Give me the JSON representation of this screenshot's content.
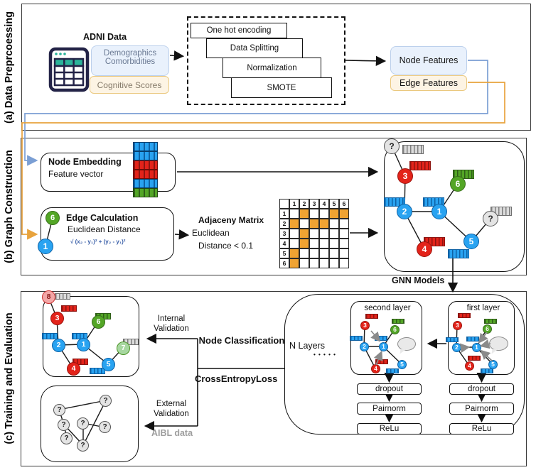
{
  "sections": {
    "a": {
      "label": "(a) Data Preprcoessing"
    },
    "b": {
      "label": "(b) Graph Construction"
    },
    "c": {
      "label": "(c) Training and Evaluation"
    }
  },
  "preprocessing": {
    "adni_title": "ADNI Data",
    "demographics": "Demographics",
    "comorbidities": "Comorbidities",
    "cognitive_scores": "Cognitive Scores",
    "steps": [
      "One hot encoding",
      "Data Splitting",
      "Normalization",
      "SMOTE"
    ],
    "node_features": "Node Features",
    "edge_features": "Edge Features"
  },
  "graph_construction": {
    "node_embedding_title": "Node Embedding",
    "node_embedding_sub": "Feature vector",
    "edge_calc_title": "Edge Calculation",
    "edge_calc_sub": "Euclidean Distance",
    "formula": "√ (x₂ - y₁)² + (y₂ - y₁)²",
    "adjacency_title": "Adjaceny Matrix",
    "adjacency_sub1": "Euclidean",
    "adjacency_sub2": "Distance < 0.1",
    "matrix": {
      "headers": [
        "1",
        "2",
        "3",
        "4",
        "5",
        "6"
      ],
      "filled": [
        [
          1,
          2
        ],
        [
          1,
          5
        ],
        [
          1,
          6
        ],
        [
          2,
          1
        ],
        [
          2,
          3
        ],
        [
          2,
          4
        ],
        [
          3,
          2
        ],
        [
          4,
          2
        ],
        [
          5,
          1
        ],
        [
          6,
          1
        ]
      ]
    },
    "gnn_label": "GNN Models"
  },
  "training": {
    "internal_validation": [
      "Internal",
      "Validation"
    ],
    "external_validation": [
      "External",
      "Validation"
    ],
    "aibl": "AIBL data",
    "node_classification": "Node Classification",
    "loss": "CrossEntropyLoss",
    "n_layers": "N Layers",
    "dots": "• • • • •",
    "second_layer": "second layer",
    "first_layer": "first layer",
    "dropout": "dropout",
    "pairnorm": "Pairnorm",
    "relu": "ReLu"
  },
  "nodes": {
    "main": {
      "q_top": "?",
      "n3": "3",
      "n6": "6",
      "n2": "2",
      "n1": "1",
      "q_right": "?",
      "n5": "5",
      "n4": "4"
    },
    "edge_calc": {
      "n6": "6",
      "n1": "1"
    },
    "internal": {
      "n8": "8",
      "n3": "3",
      "n6": "6",
      "n2": "2",
      "n1": "1",
      "n7": "7",
      "n5": "5",
      "n4": "4"
    },
    "external": [
      "?",
      "?",
      "?",
      "?",
      "?",
      "?",
      "?"
    ],
    "layer": {
      "n3": "3",
      "n6": "6",
      "n2": "2",
      "n1": "1",
      "n4": "4",
      "n5": "5"
    }
  },
  "colors": {
    "node_blue": "#29a3f1",
    "node_red": "#e3231a",
    "node_green": "#53a626",
    "node_gray": "#e4e4e4",
    "node_pink": "#f2a6a6",
    "node_lightgreen": "#a7d7a0",
    "matrix_orange": "#f0a332",
    "feature_line_blue": "#7b9fd4",
    "feature_line_orange": "#e8a33d",
    "soft_blue_fill": "#e9f1fc",
    "soft_cream_fill": "#fdf4e4",
    "icon_navy": "#232347",
    "icon_teal": "#2bb49a"
  }
}
